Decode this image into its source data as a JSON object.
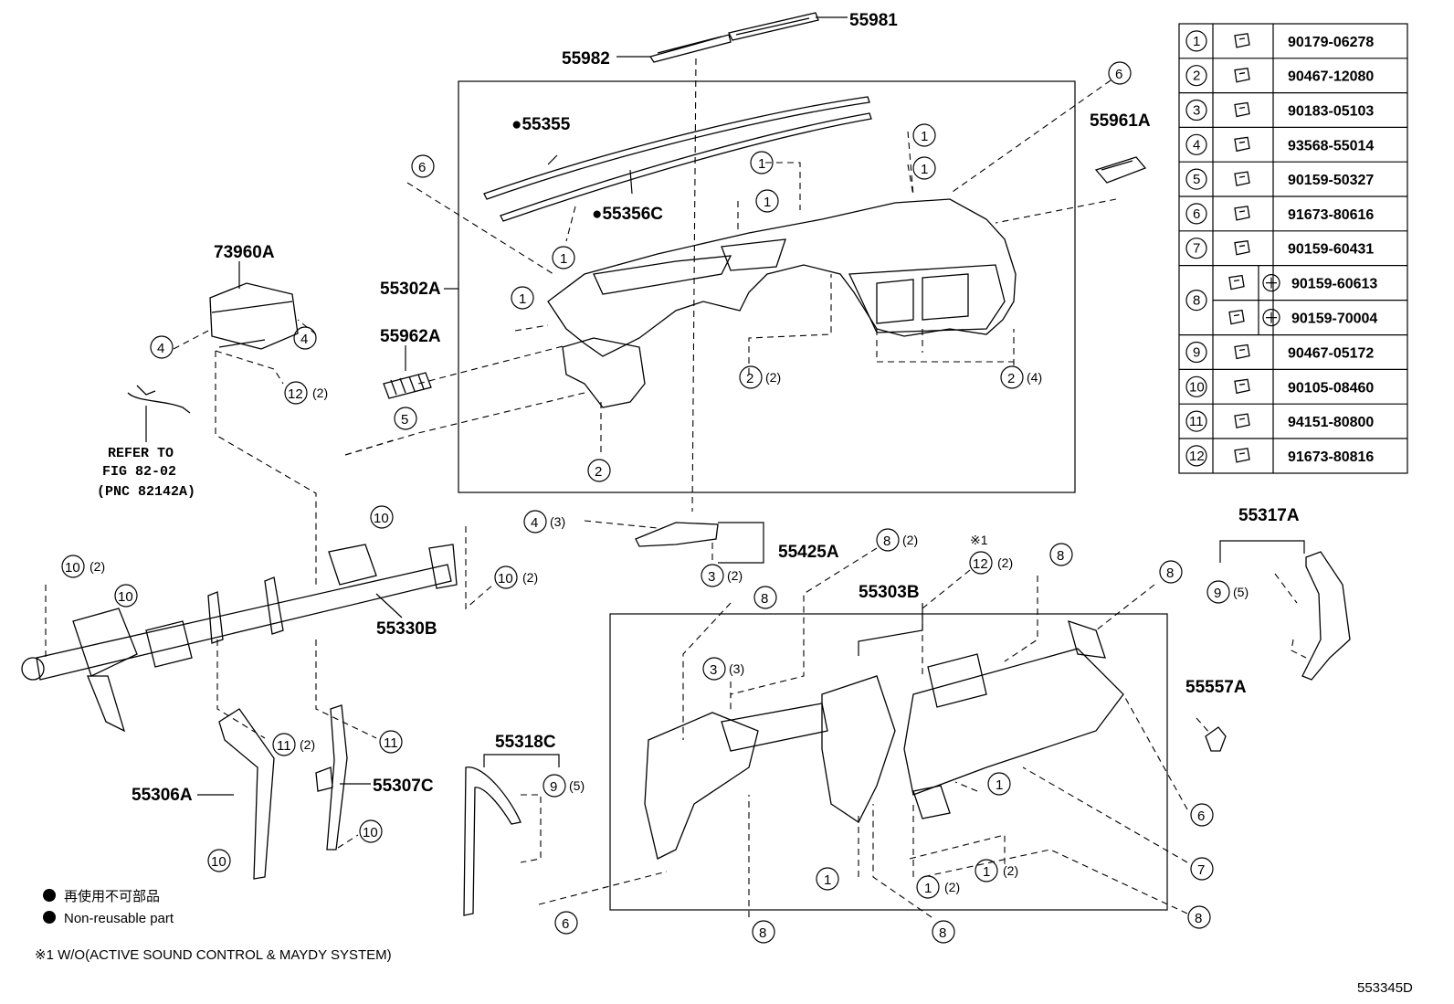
{
  "diagram_code": "553345D",
  "parts": {
    "p55981": "55981",
    "p55982": "55982",
    "p55355": "●55355",
    "p55356C": "●55356C",
    "p55961A": "55961A",
    "p73960A": "73960A",
    "p55302A": "55302A",
    "p55962A": "55962A",
    "p55425A": "55425A",
    "p55330B": "55330B",
    "p55303B": "55303B",
    "p55317A": "55317A",
    "p55557A": "55557A",
    "p55318C": "55318C",
    "p55306A": "55306A",
    "p55307C": "55307C"
  },
  "qty": {
    "q2_2": "(2)",
    "q2_4": "(4)",
    "q12_2a": "(2)",
    "q4_3": "(3)",
    "q3_2": "(2)",
    "q10_2a": "(2)",
    "q10_2b": "(2)",
    "q8_2": "(2)",
    "q12_2b": "(2)",
    "q9_5a": "(5)",
    "q3_3": "(3)",
    "q11_2": "(2)",
    "q9_5b": "(5)",
    "q1_2a": "(2)",
    "q1_2b": "(2)"
  },
  "refer_note": {
    "line1": "REFER TO",
    "line2": "FIG 82-02",
    "line3": "(PNC 82142A)"
  },
  "marker_1": "※1",
  "legend": {
    "jp": "再使用不可部品",
    "en": "Non-reusable part",
    "footnote": "※1 W/O(ACTIVE SOUND CONTROL & MAYDY SYSTEM)"
  },
  "fastener_table": [
    {
      "num": "1",
      "part": "90179-06278"
    },
    {
      "num": "2",
      "part": "90467-12080"
    },
    {
      "num": "3",
      "part": "90183-05103"
    },
    {
      "num": "4",
      "part": "93568-55014"
    },
    {
      "num": "5",
      "part": "90159-50327"
    },
    {
      "num": "6",
      "part": "91673-80616"
    },
    {
      "num": "7",
      "part": "90159-60431"
    },
    {
      "num": "8",
      "part": "90159-60613",
      "part_b": "90159-70004"
    },
    {
      "num": "9",
      "part": "90467-05172"
    },
    {
      "num": "10",
      "part": "90105-08460"
    },
    {
      "num": "11",
      "part": "94151-80800"
    },
    {
      "num": "12",
      "part": "91673-80816"
    }
  ]
}
